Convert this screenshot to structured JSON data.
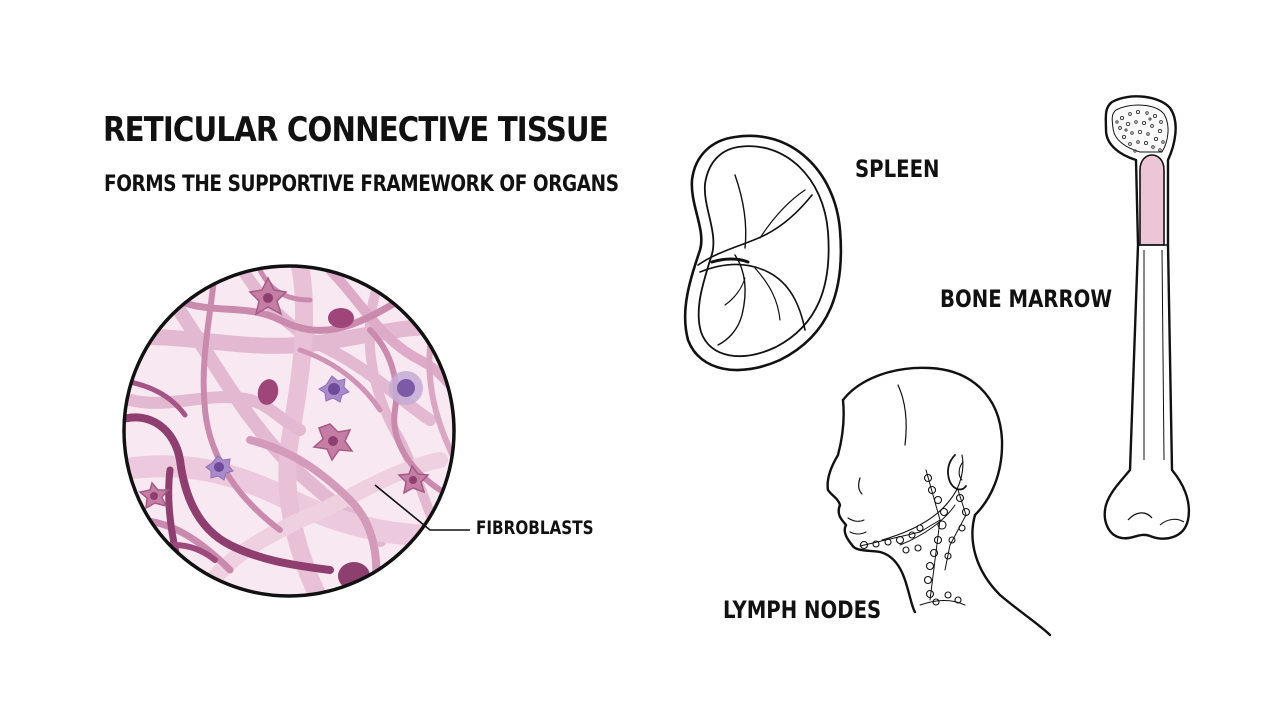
{
  "title": "RETICULAR CONNECTIVE TISSUE",
  "subtitle": "FORMS THE SUPPORTIVE FRAMEWORK OF ORGANS",
  "labels": {
    "fibroblasts": "FIBROBLASTS",
    "spleen": "SPLEEN",
    "bone_marrow": "BONE MARROW",
    "lymph_nodes": "LYMPH NODES"
  },
  "colors": {
    "tissue_background": "#f6e4ef",
    "fiber_light": "#d9a7c2",
    "fiber_dark": "#8e3e6f",
    "fibroblast": "#b56892",
    "lymphocyte": "#7d5aa6",
    "marrow": "#ecc5d6",
    "outline": "#111111"
  }
}
